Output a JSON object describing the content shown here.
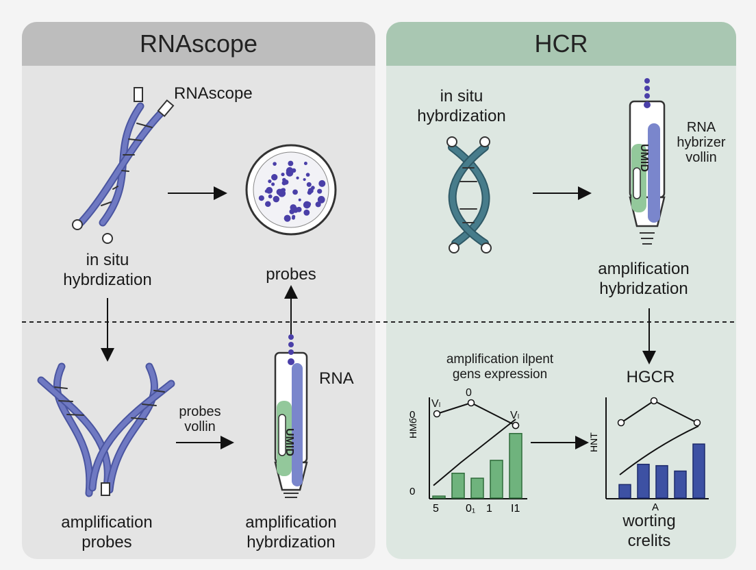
{
  "panels": {
    "left": {
      "title": "RNAscope",
      "helix_label": "RNAscope",
      "step1_label": [
        "in situ",
        "hybrdization"
      ],
      "probes_label": "probes",
      "probes_vollin_label": [
        "probes",
        "vollin"
      ],
      "rna_label": "RNA",
      "amp_probes_label": [
        "amplification",
        "probes"
      ],
      "amp_hyb_label": [
        "amplification",
        "hybrdization"
      ],
      "tube_text": "UMID"
    },
    "right": {
      "title": "HCR",
      "step1_label": [
        "in situ",
        "hybrdization"
      ],
      "tube_label": [
        "RNA",
        "hybrizer",
        "vollin"
      ],
      "amp_hyb_label": [
        "amplification",
        "hybridzation"
      ],
      "chart_title": [
        "amplification ilpent",
        "gens expression"
      ],
      "hgcr_label": "HGCR",
      "worting_label": [
        "worting",
        "crelits"
      ],
      "tube_text": "UMID"
    }
  },
  "chart_data": [
    {
      "type": "bar",
      "title": "amplification ilpent gens expression",
      "ylabel": "HMб",
      "xtick_labels": [
        "5",
        "0₁",
        "1",
        "I1"
      ],
      "ytick_labels": [
        "0",
        "0"
      ],
      "values": [
        0.2,
        2.5,
        2.0,
        3.8,
        6.5
      ],
      "trend_line": [
        0.8,
        4.0,
        7.0,
        10.0
      ],
      "top_points": [
        {
          "label": "Vₗ"
        },
        {
          "label": "0"
        },
        {
          "label": "Vₗ"
        }
      ],
      "color": "#6fb37d"
    },
    {
      "type": "bar",
      "title": "HGCR",
      "ylabel": "HNT",
      "xtick_labels": [
        "A"
      ],
      "values": [
        2.0,
        5.0,
        4.8,
        4.0,
        8.0
      ],
      "trend_line": [
        3.0,
        6.0,
        7.0
      ],
      "color": "#3d51a3"
    }
  ],
  "colors": {
    "helix_blue": "#5d67b0",
    "helix_teal": "#3f6e7c",
    "probe_green": "#93c89b",
    "dot_purple": "#4a3fa8"
  }
}
